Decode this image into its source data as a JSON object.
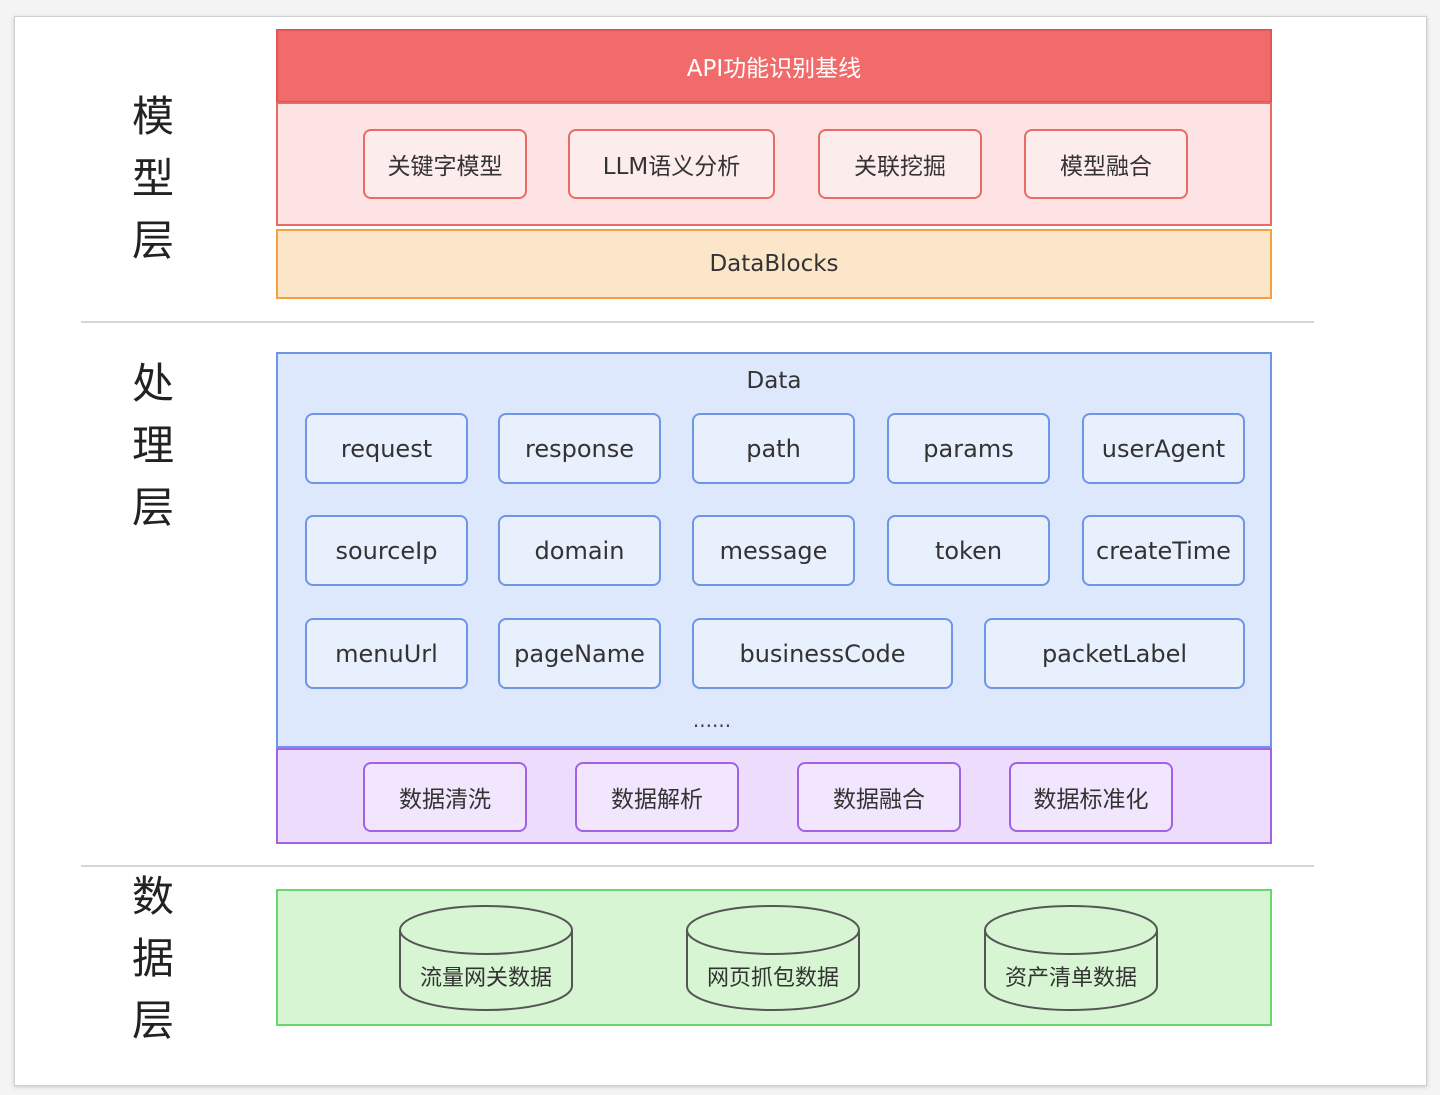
{
  "layers": {
    "model": "模\n型\n层",
    "process": "处\n理\n层",
    "data": "数\n据\n层"
  },
  "model_layer": {
    "header": "API功能识别基线",
    "modules": [
      "关键字模型",
      "LLM语义分析",
      "关联挖掘",
      "模型融合"
    ],
    "datablocks": "DataBlocks"
  },
  "process_layer": {
    "title": "Data",
    "fields": [
      "request",
      "response",
      "path",
      "params",
      "userAgent",
      "sourceIp",
      "domain",
      "message",
      "token",
      "createTime",
      "menuUrl",
      "pageName",
      "businessCode",
      "packetLabel"
    ],
    "ellipsis": "......",
    "steps": [
      "数据清洗",
      "数据解析",
      "数据融合",
      "数据标准化"
    ]
  },
  "data_layer": {
    "sources": [
      "流量网关数据",
      "网页抓包数据",
      "资产清单数据"
    ]
  },
  "colors": {
    "header_red": "#f26b6b",
    "model_bg": "#fde3e3",
    "datablocks_bg": "#fbe6c9",
    "data_bg": "#dde8fd",
    "steps_bg": "#eedcfd",
    "source_bg": "#d7f5d3"
  }
}
